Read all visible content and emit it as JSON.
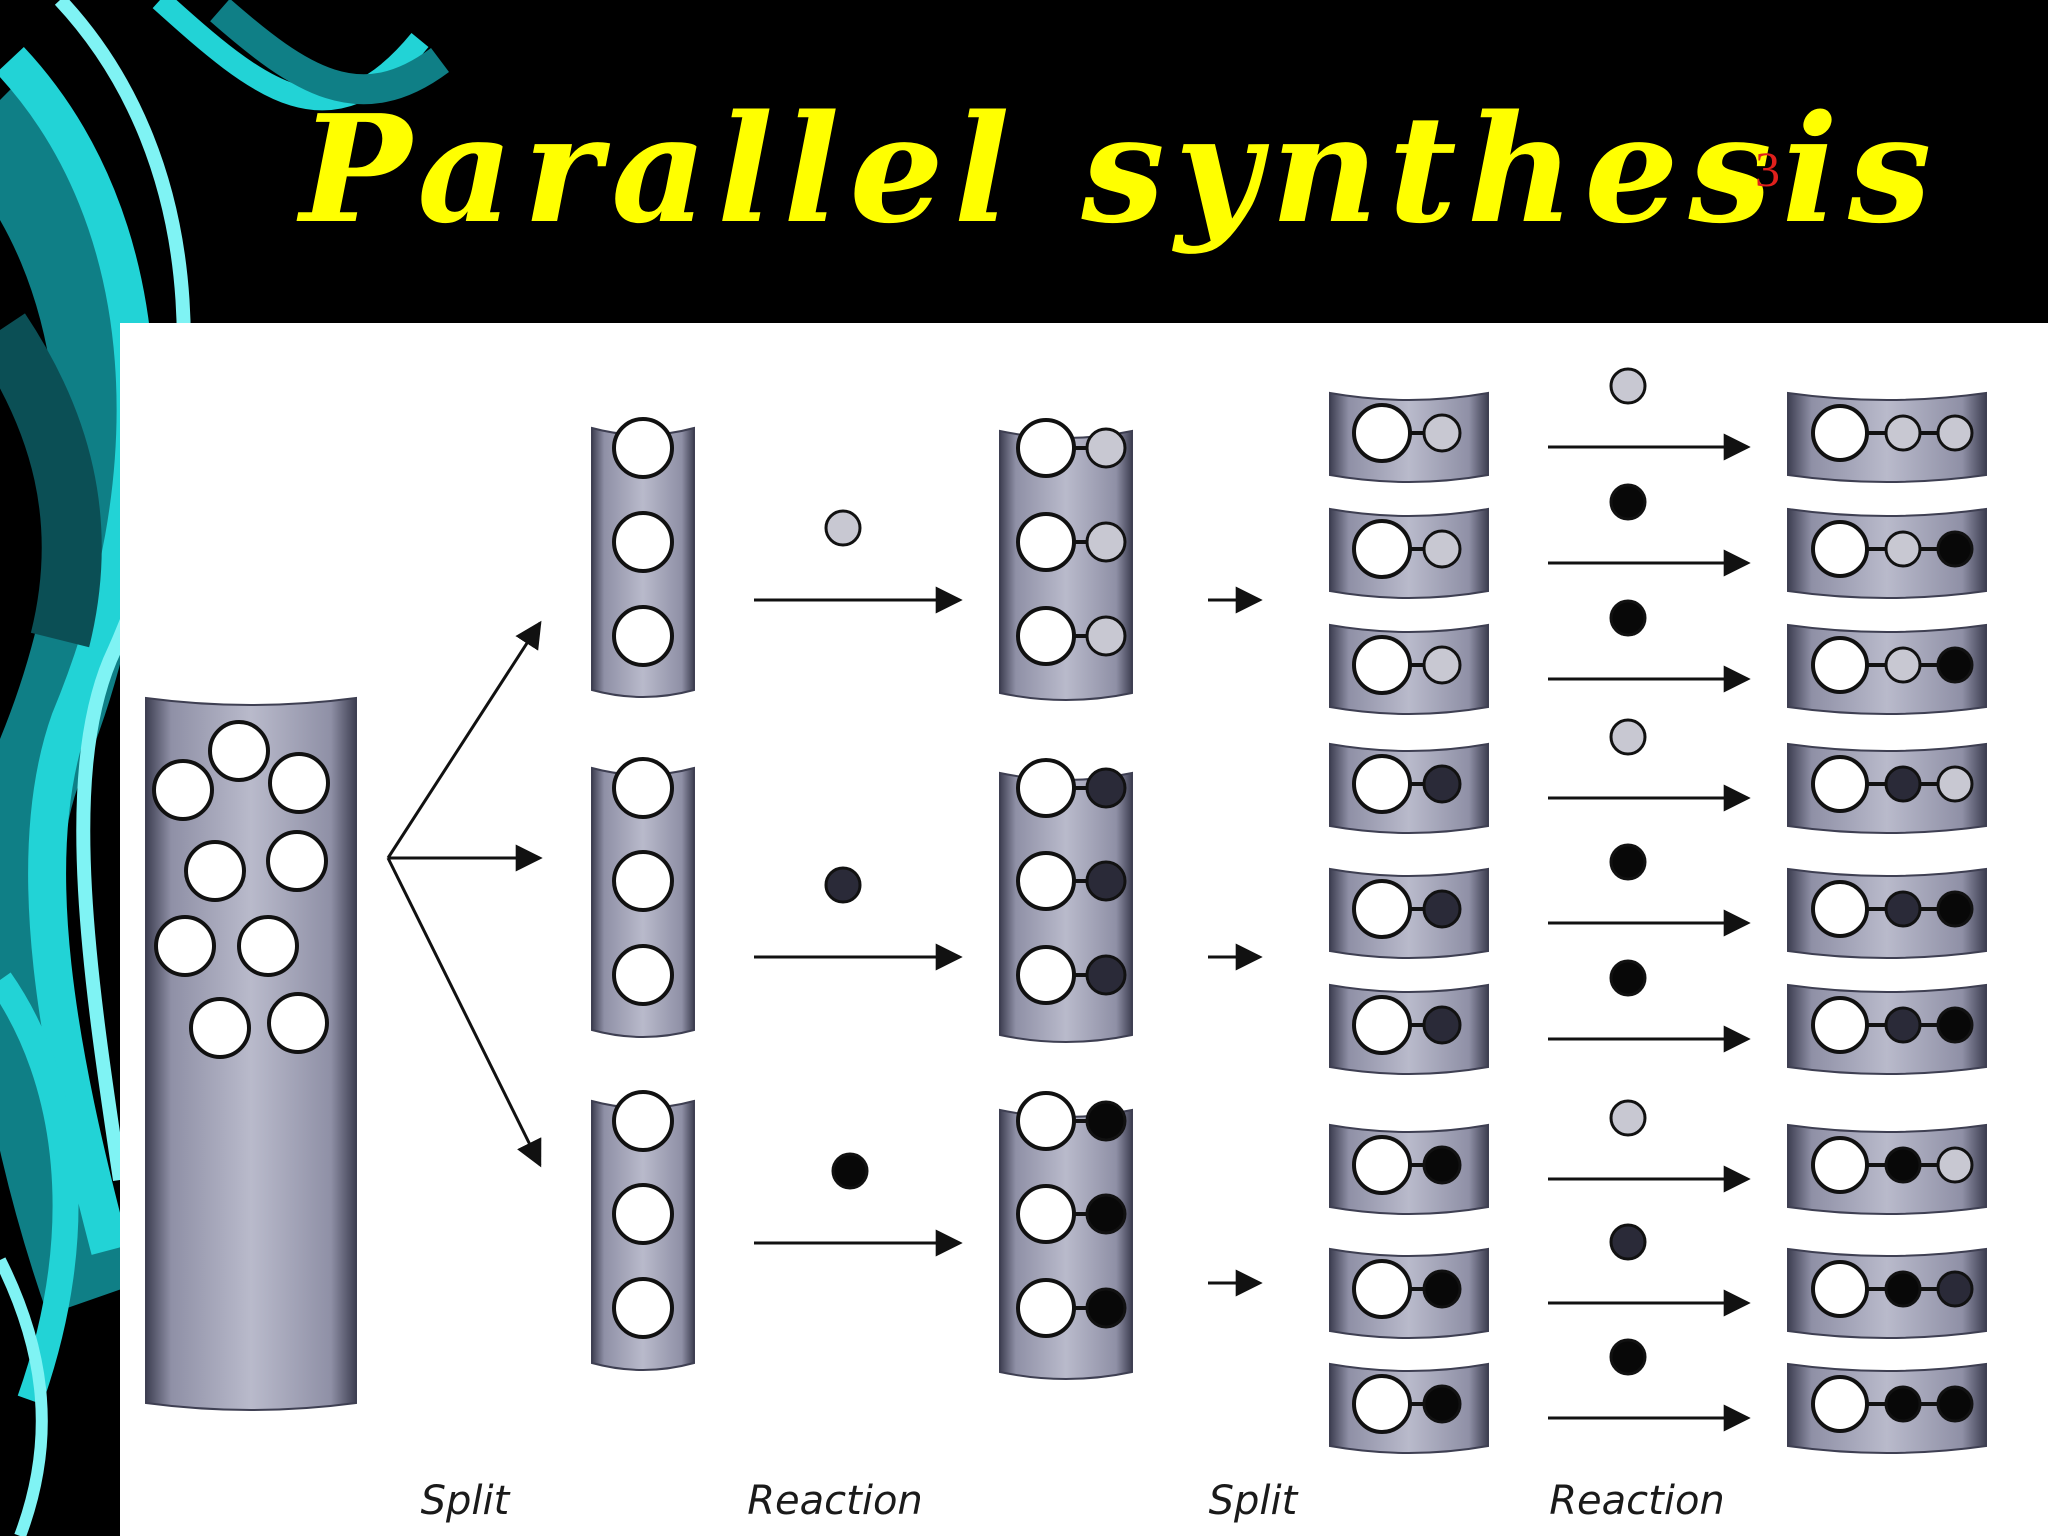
{
  "slide": {
    "title": "Parallel synthesis",
    "slide_number": "3"
  },
  "diagram": {
    "step_labels": [
      "Split",
      "Reaction",
      "Split",
      "Reaction"
    ],
    "first_reagents": [
      "light",
      "dark",
      "black"
    ],
    "products": [
      {
        "a": "light",
        "b": "light"
      },
      {
        "a": "light",
        "b": "black"
      },
      {
        "a": "light",
        "b": "black"
      },
      {
        "a": "dark",
        "b": "light"
      },
      {
        "a": "dark",
        "b": "black"
      },
      {
        "a": "dark",
        "b": "black"
      },
      {
        "a": "black",
        "b": "light"
      },
      {
        "a": "black",
        "b": "dark"
      },
      {
        "a": "black",
        "b": "black"
      }
    ],
    "colors": {
      "light": "#c8c8d2",
      "dark": "#2a2a38",
      "black": "#080808",
      "tube_mid": "#9a9bb0",
      "tube_edge": "#3e3f52",
      "title": "#ffff00",
      "slide_number": "#e0201c",
      "accent_swirl": "#22d3d6"
    }
  }
}
